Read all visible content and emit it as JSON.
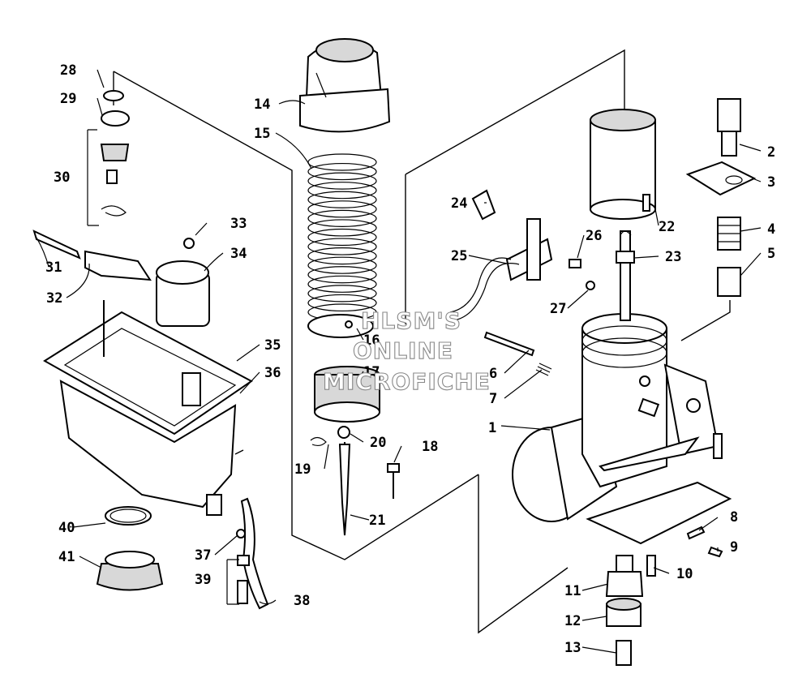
{
  "callouts": [
    "1",
    "2",
    "3",
    "4",
    "5",
    "6",
    "7",
    "8",
    "9",
    "10",
    "11",
    "12",
    "13",
    "14",
    "15",
    "16",
    "17",
    "18",
    "19",
    "20",
    "21",
    "22",
    "23",
    "24",
    "25",
    "26",
    "27",
    "28",
    "29",
    "30",
    "31",
    "32",
    "33",
    "34",
    "35",
    "36",
    "37",
    "38",
    "39",
    "40",
    "41"
  ],
  "watermark": {
    "line1": "HLSM'S",
    "line2": "ONLINE",
    "line3": "MICROFICHE"
  }
}
